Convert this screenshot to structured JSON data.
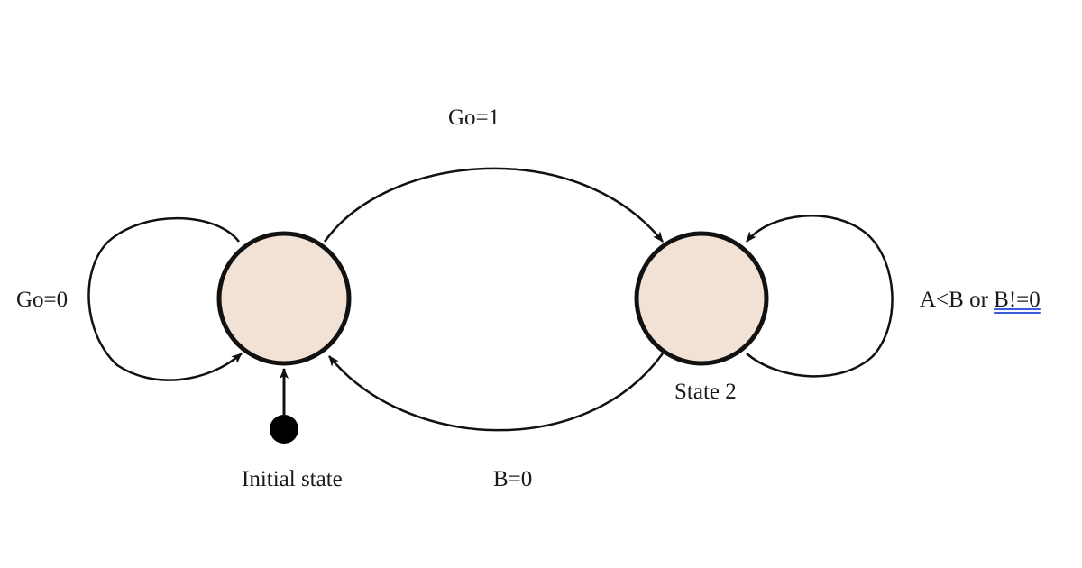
{
  "diagram": {
    "states": {
      "state1": {
        "label": ""
      },
      "state2": {
        "label": "State 2"
      }
    },
    "initial": {
      "label": "Initial state"
    },
    "transitions": {
      "self_loop_state1": "Go=0",
      "state1_to_state2": "Go=1",
      "state2_to_state1": "B=0",
      "self_loop_state2_prefix": "A<B or ",
      "self_loop_state2_underlined": "B!=0"
    }
  },
  "colors": {
    "state_fill": "#f2e2d6",
    "stroke": "#111111",
    "squiggle": "#3b5bdb"
  }
}
